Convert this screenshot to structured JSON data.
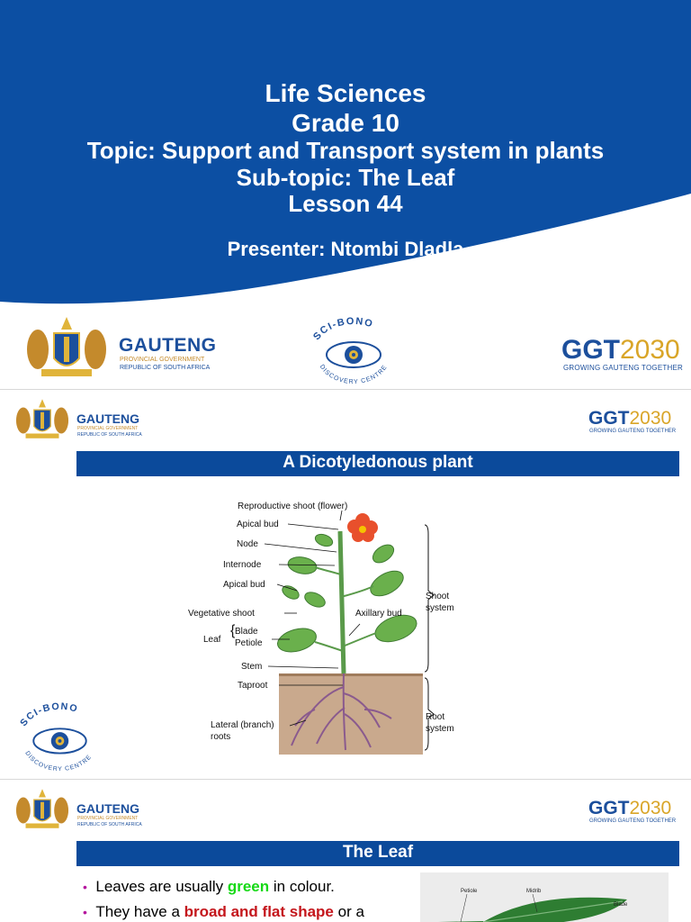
{
  "slide1": {
    "title_lines": [
      "Life Sciences",
      "Grade 10",
      "Topic: Support and Transport system in plants",
      "Sub-topic: The Leaf",
      "Lesson 44"
    ],
    "presenter": "Presenter: Ntombi Dladla"
  },
  "logos": {
    "gauteng_main": "GAUTENG",
    "gauteng_line1": "PROVINCIAL GOVERNMENT",
    "gauteng_line2": "REPUBLIC OF SOUTH AFRICA",
    "scibono_top": "SCI-BONO",
    "scibono_bottom": "DISCOVERY CENTRE",
    "ggt_prefix": "GGT",
    "ggt_year": "2030",
    "ggt_tagline": "GROWING GAUTENG TOGETHER"
  },
  "slide2": {
    "heading": "A Dicotyledonous plant",
    "labels": {
      "reproductive_shoot": "Reproductive shoot (flower)",
      "apical_bud_top": "Apical bud",
      "node": "Node",
      "internode": "Internode",
      "apical_bud": "Apical bud",
      "vegetative_shoot": "Vegetative shoot",
      "axillary_bud": "Axillary bud",
      "leaf": "Leaf",
      "blade": "Blade",
      "petiole": "Petiole",
      "stem": "Stem",
      "taproot": "Taproot",
      "lateral_roots_1": "Lateral (branch)",
      "lateral_roots_2": "roots",
      "shoot_system_1": "Shoot",
      "shoot_system_2": "system",
      "root_system_1": "Root",
      "root_system_2": "system"
    }
  },
  "slide3": {
    "heading": "The Leaf",
    "bullet1": {
      "pre": "Leaves are usually ",
      "highlight": "green",
      "post": " in colour."
    },
    "bullet2": {
      "pre": "They have a ",
      "highlight": "broad and flat shape",
      "post": " or a"
    },
    "leaf_labels": {
      "petiole": "Petiole",
      "midrib": "Midrib",
      "blade": "Blade"
    },
    "colors": {
      "green": "#16d916",
      "red": "#c4161c",
      "bar": "#0b4a9b",
      "bullet": "#b5179e"
    }
  }
}
